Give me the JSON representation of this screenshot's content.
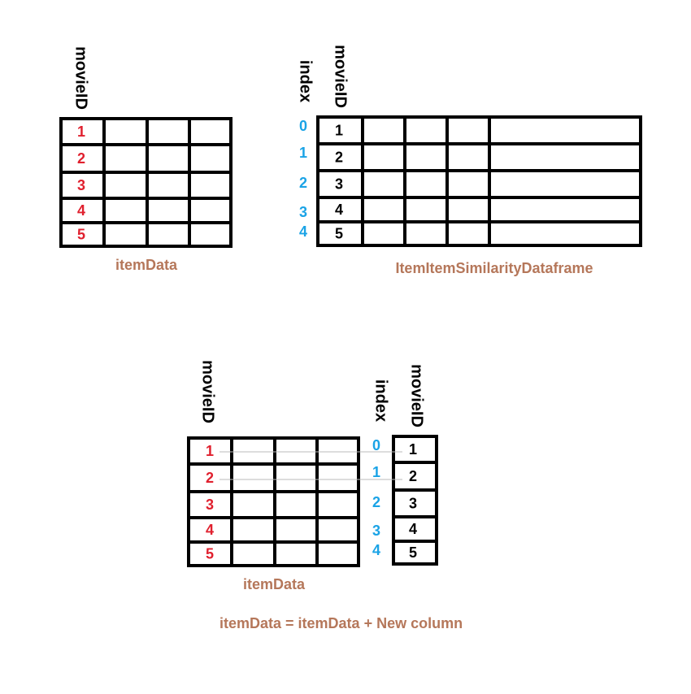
{
  "colors": {
    "grid": "#000000",
    "red": "#e0202e",
    "blue": "#1aa3e6",
    "brown": "#b5775a",
    "black": "#000000",
    "connector": "#bbbbbb"
  },
  "tables": {
    "item_data_top": {
      "header": "movieID",
      "rows": [
        "1",
        "2",
        "3",
        "4",
        "5"
      ],
      "caption": "itemData"
    },
    "similarity": {
      "index_header": "index",
      "id_header": "movieID",
      "index_values": [
        "0",
        "1",
        "2",
        "3",
        "4"
      ],
      "id_values": [
        "1",
        "2",
        "3",
        "4",
        "5"
      ],
      "caption": "ItemItemSimilarityDataframe"
    },
    "item_data_bottom": {
      "header": "movieID",
      "rows": [
        "1",
        "2",
        "3",
        "4",
        "5"
      ],
      "caption": "itemData"
    },
    "new_column": {
      "index_header": "index",
      "id_header": "movieID",
      "index_values": [
        "0",
        "1",
        "2",
        "3",
        "4"
      ],
      "id_values": [
        "1",
        "2",
        "3",
        "4",
        "5"
      ]
    }
  },
  "equation": "itemData = itemData  + New column"
}
